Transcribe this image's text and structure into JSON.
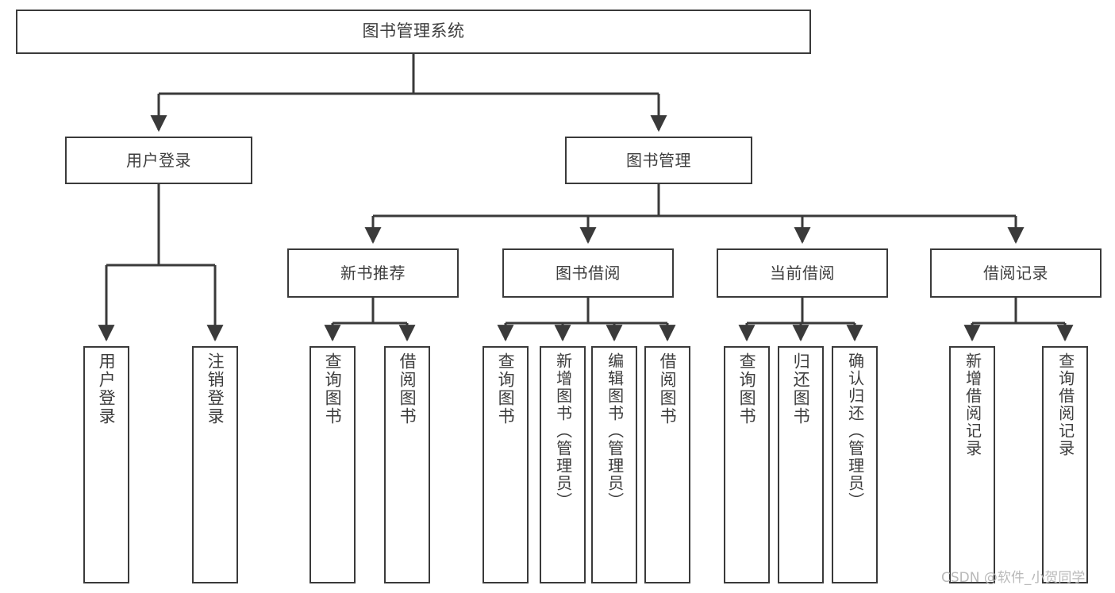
{
  "diagram": {
    "title": "图书管理系统",
    "type": "tree",
    "root": {
      "label": "图书管理系统"
    },
    "level2": [
      {
        "label": "用户登录"
      },
      {
        "label": "图书管理"
      }
    ],
    "level3": [
      {
        "label": "新书推荐"
      },
      {
        "label": "图书借阅"
      },
      {
        "label": "当前借阅"
      },
      {
        "label": "借阅记录"
      }
    ],
    "leaves": {
      "user_login": [
        {
          "label": "用户登录"
        },
        {
          "label": "注销登录"
        }
      ],
      "new_book_recommend": [
        {
          "label": "查询图书"
        },
        {
          "label": "借阅图书"
        }
      ],
      "book_borrow": [
        {
          "label": "查询图书"
        },
        {
          "label": "新增图书（管理员）"
        },
        {
          "label": "编辑图书（管理员）"
        },
        {
          "label": "借阅图书"
        }
      ],
      "current_borrow": [
        {
          "label": "查询图书"
        },
        {
          "label": "归还图书"
        },
        {
          "label": "确认归还（管理员）"
        }
      ],
      "borrow_records": [
        {
          "label": "新增借阅记录"
        },
        {
          "label": "查询借阅记录"
        }
      ]
    }
  },
  "watermark": {
    "text": "CSDN @软件_小贺同学"
  },
  "colors": {
    "stroke": "#3a3a3a",
    "text": "#3d3d3d",
    "background": "#ffffff",
    "watermark": "#b9b9b9"
  }
}
